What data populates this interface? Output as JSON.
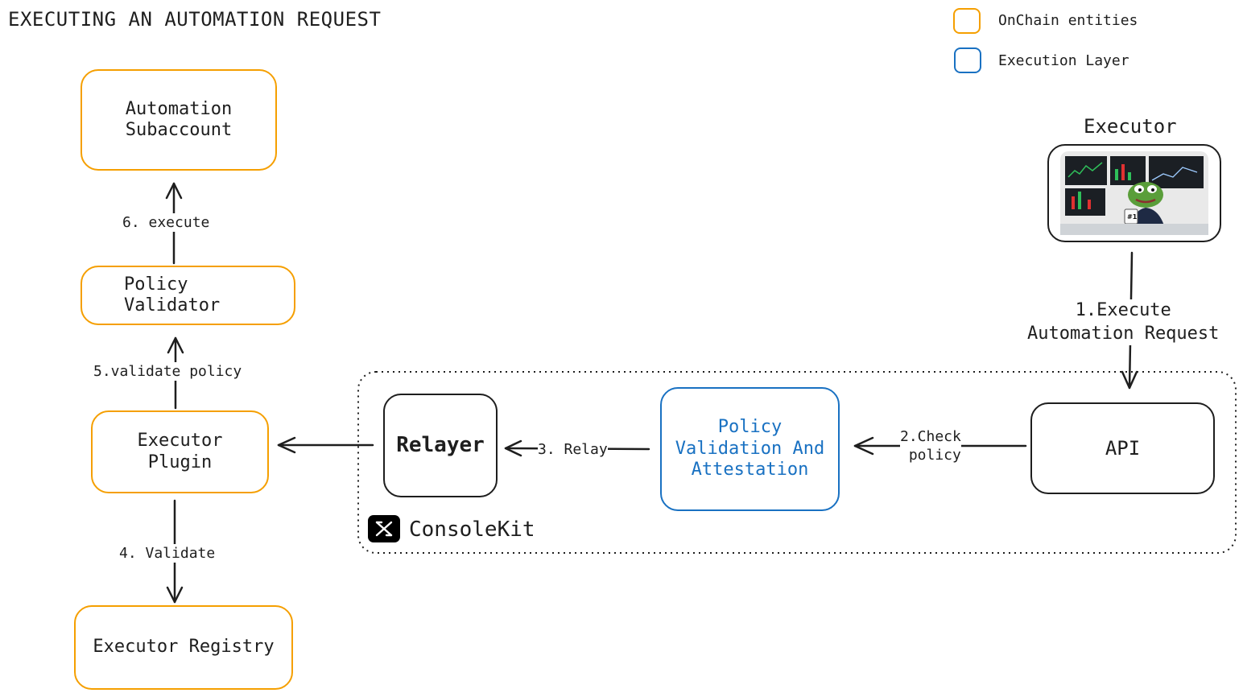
{
  "title": "EXECUTING AN AUTOMATION REQUEST",
  "legend": [
    {
      "label": "OnChain entities",
      "color": "#f59f00"
    },
    {
      "label": "Execution Layer",
      "color": "#1971c2"
    }
  ],
  "nodes": {
    "automation_subaccount": "Automation\nSubaccount",
    "policy_validator": "Policy\nValidator",
    "executor_plugin": "Executor\n Plugin",
    "executor_registry": "Executor Registry",
    "relayer": "Relayer",
    "policy_validation": "Policy\nValidation And\nAttestation",
    "api": "API",
    "executor": "Executor"
  },
  "edges": {
    "execute": "6. execute",
    "validate_policy": "5.validate policy",
    "validate": "4. Validate",
    "relay": "3. Relay",
    "check_policy": "2.Check\npolicy",
    "execute_request": "1.Execute\nAutomation Request"
  },
  "group": {
    "label": "ConsoleKit"
  },
  "colors": {
    "onchain": "#f59f00",
    "execution": "#1971c2",
    "stroke": "#1e1e1e"
  }
}
